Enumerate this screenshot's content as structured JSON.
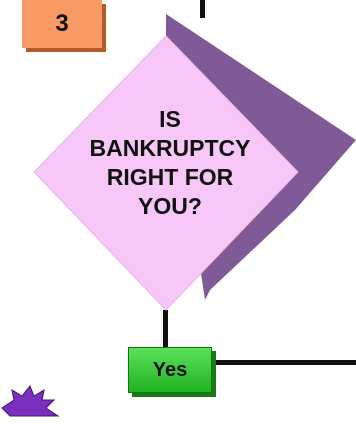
{
  "flowchart": {
    "step_number": "3",
    "decision": {
      "lines": [
        "IS",
        "BANKRUPTCY",
        "RIGHT FOR",
        "YOU?"
      ]
    },
    "yes_label": "Yes"
  },
  "colors": {
    "step_badge": "#f79a63",
    "diamond_fill": "#f7c8f7",
    "diamond_shadow": "#7f5a96",
    "yes_button": "#33c433",
    "starburst": "#7b2fbf"
  },
  "icons": {
    "starburst": "starburst-icon"
  }
}
